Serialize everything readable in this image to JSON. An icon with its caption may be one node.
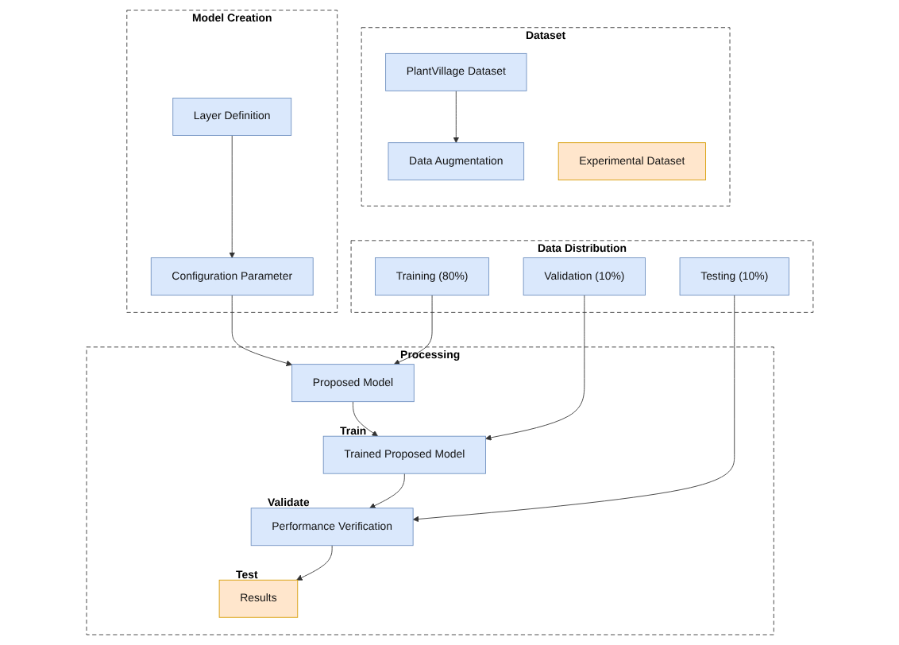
{
  "diagram": {
    "nodes": [
      {
        "text": [
          "Dataset"
        ]
      },
      {
        "text": [
          "PlantVillage Dataset"
        ],
        "in": 0
      },
      {
        "text": [
          "Data Augmentation"
        ],
        "in": 0
      },
      {
        "text": [
          "Experimental Dataset"
        ],
        "in": 0
      },
      {
        "text": [
          "Model Creation"
        ]
      },
      {
        "text": [
          "Layer Definition"
        ],
        "in": 4
      },
      {
        "text": [
          "Configuration Parameter"
        ],
        "in": 4
      },
      {
        "text": [
          "Data Distribution"
        ]
      },
      {
        "text": [
          "Training (80%)"
        ],
        "in": 7
      },
      {
        "text": [
          "Validation (10%)"
        ],
        "in": 7
      },
      {
        "text": [
          "Testing (10%)"
        ],
        "in": 7
      },
      {
        "text": [
          "Processing"
        ]
      },
      {
        "text": [
          "Proposed Model"
        ],
        "in": 11
      },
      {
        "text": [
          "Trained Proposed Model"
        ],
        "in": 11,
        "beside": [
          "Train"
        ]
      },
      {
        "text": [
          "Performance Verification"
        ],
        "in": 11,
        "beside": [
          "Validate"
        ]
      },
      {
        "text": [
          "Results"
        ],
        "in": 11,
        "beside": [
          "Test"
        ]
      }
    ],
    "edges": [
      {
        "from": 1,
        "to": 2,
        "arrow": "to"
      },
      {
        "from": 5,
        "to": 6,
        "arrow": "to"
      },
      {
        "from": 6,
        "to": 12,
        "arrow": "to"
      },
      {
        "from": 8,
        "to": 12,
        "arrow": "to"
      },
      {
        "from": 12,
        "to": 13,
        "arrow": "to"
      },
      {
        "from": 13,
        "to": 14,
        "arrow": "to"
      },
      {
        "from": 9,
        "to": 13,
        "arrow": "to"
      },
      {
        "from": 10,
        "to": 14,
        "arrow": "to"
      },
      {
        "from": 14,
        "to": 15,
        "arrow": "to"
      }
    ]
  }
}
